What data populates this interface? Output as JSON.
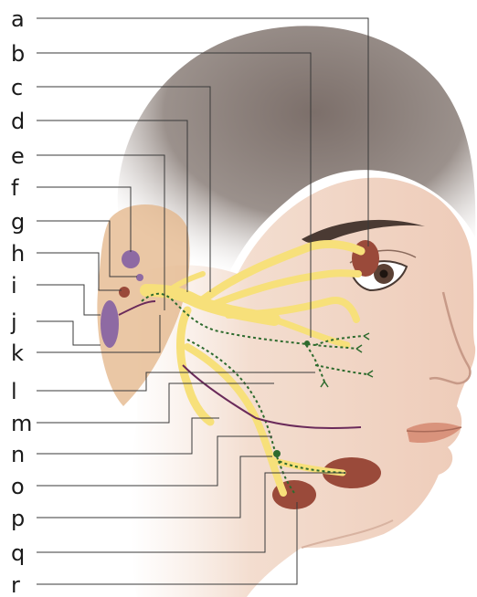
{
  "labels": [
    "a",
    "b",
    "c",
    "d",
    "e",
    "f",
    "g",
    "h",
    "i",
    "j",
    "k",
    "l",
    "m",
    "n",
    "o",
    "p",
    "q",
    "r"
  ],
  "colors": {
    "nerve": "#f7e07a",
    "parasympathetic": "#2e6b2e",
    "nucleus": "#8e6aa3",
    "ear_region": "#e3b487",
    "gland": "#9a4a3a",
    "leader_line": "#3a3a3a"
  }
}
